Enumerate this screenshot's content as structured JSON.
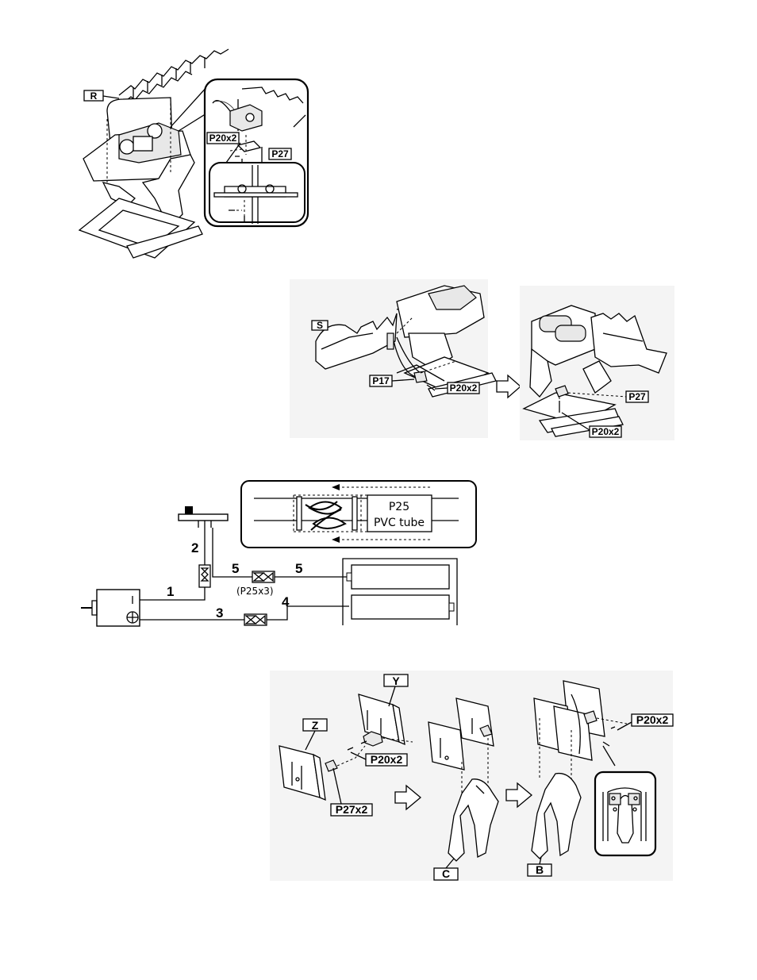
{
  "step1": {
    "part_label": "R",
    "callouts": [
      "P20x2",
      "P27"
    ]
  },
  "step2": {
    "part_label": "S",
    "callouts_left": [
      "P17",
      "P20x2"
    ],
    "callouts_right": [
      "P27",
      "P20x2"
    ]
  },
  "wiring": {
    "wire_numbers": [
      "1",
      "2",
      "3",
      "4",
      "5",
      "5"
    ],
    "connector_note": "(P25x3)",
    "motor_symbols": {
      "minus": "−",
      "plus": "+"
    },
    "tube_inset": {
      "part": "P25",
      "name": "PVC tube"
    }
  },
  "step4": {
    "part_labels": [
      "Y",
      "Z",
      "C",
      "B"
    ],
    "callouts_left": [
      "P20x2",
      "P27x2"
    ],
    "callout_right": "P20x2"
  }
}
